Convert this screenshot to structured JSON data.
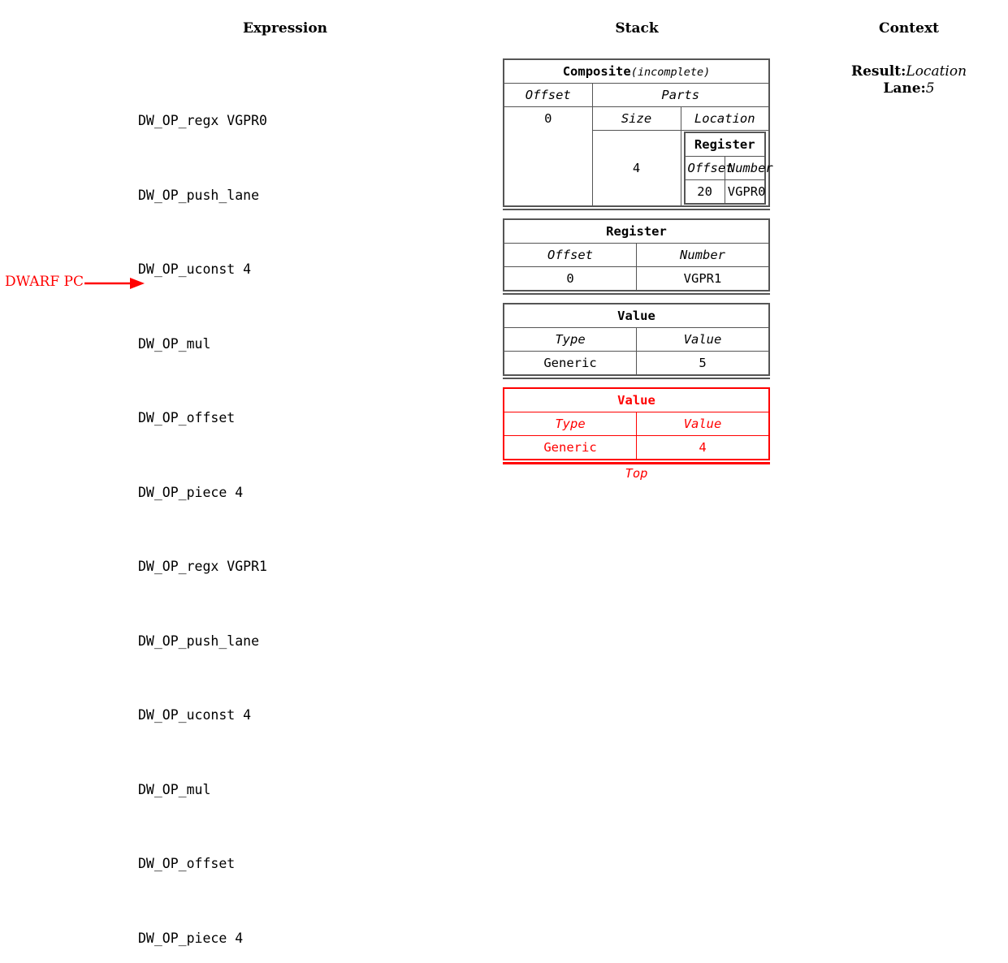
{
  "headings": {
    "expression": "Expression",
    "stack": "Stack",
    "context": "Context"
  },
  "expression": {
    "operations": [
      "DW_OP_regx VGPR0",
      "DW_OP_push_lane",
      "DW_OP_uconst 4",
      "DW_OP_mul",
      "DW_OP_offset",
      "DW_OP_piece 4",
      "DW_OP_regx VGPR1",
      "DW_OP_push_lane",
      "DW_OP_uconst 4",
      "DW_OP_mul",
      "DW_OP_offset",
      "DW_OP_piece 4"
    ],
    "pc_marker": {
      "label": "DWARF PC",
      "points_to_operation_index": 9,
      "color": "#ff0000"
    }
  },
  "stack": {
    "entries": [
      {
        "kind": "composite",
        "title": "Composite",
        "title_suffix": "(incomplete)",
        "offset_header": "Offset",
        "offset_value": "0",
        "parts_header": "Parts",
        "size_header": "Size",
        "location_header": "Location",
        "part": {
          "size": "4",
          "location": {
            "title": "Register",
            "offset_header": "Offset",
            "number_header": "Number",
            "offset_value": "20",
            "number_value": "VGPR0"
          }
        }
      },
      {
        "kind": "register",
        "title": "Register",
        "headers": [
          "Offset",
          "Number"
        ],
        "values": [
          "0",
          "VGPR1"
        ]
      },
      {
        "kind": "value",
        "title": "Value",
        "headers": [
          "Type",
          "Value"
        ],
        "values": [
          "Generic",
          "5"
        ]
      },
      {
        "kind": "value",
        "title": "Value",
        "headers": [
          "Type",
          "Value"
        ],
        "values": [
          "Generic",
          "4"
        ],
        "highlight": true,
        "highlight_color": "#ff0000",
        "top_label": "Top"
      }
    ]
  },
  "context": {
    "rows": [
      {
        "key": "Result:",
        "value": "Location"
      },
      {
        "key": "Lane:",
        "value": "5"
      }
    ]
  }
}
